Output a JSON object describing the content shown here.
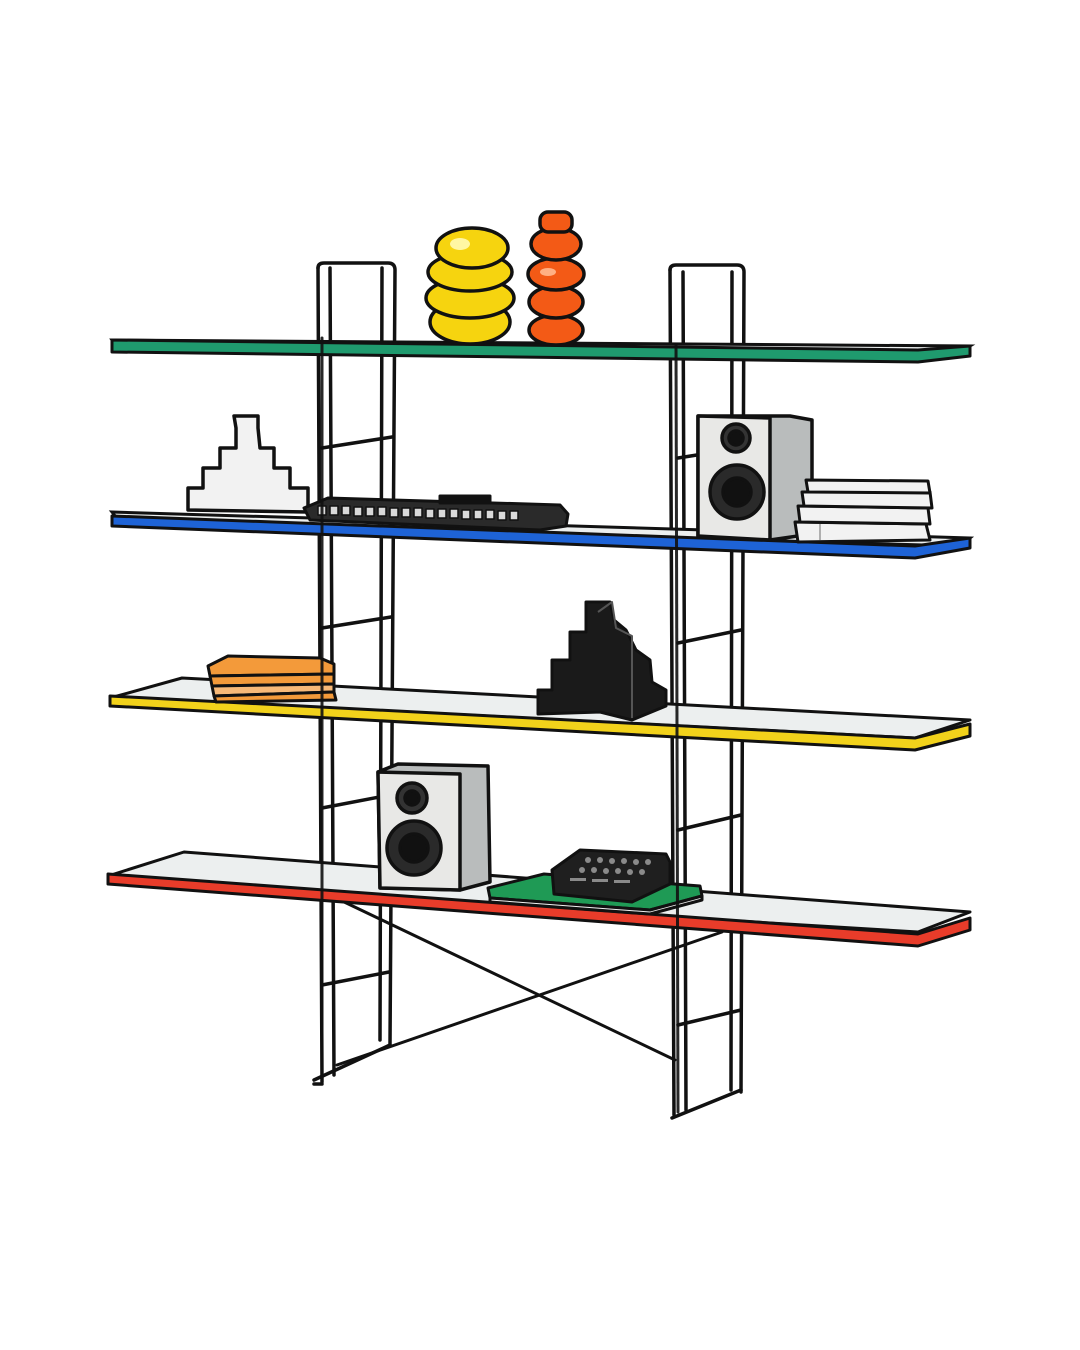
{
  "scene": {
    "background": "#ffffff",
    "outline": "#111111",
    "shelves": [
      {
        "name": "top-shelf",
        "edge_color": "#1f9a6e"
      },
      {
        "name": "second-shelf",
        "edge_color": "#1e63d6"
      },
      {
        "name": "third-shelf",
        "edge_color": "#f2d21b"
      },
      {
        "name": "bottom-shelf",
        "edge_color": "#e83c2a"
      }
    ],
    "palette": {
      "shelf_top": "#ecefef",
      "yellow_vase": "#f6d40f",
      "orange_vase": "#f35a16",
      "speaker_body": "#e8e8e6",
      "speaker_side": "#b9bcbc",
      "white_object": "#f2f2f2",
      "black_object": "#1a1a1a",
      "orange_books": "#f39a3a",
      "green_mat": "#1f9a55"
    },
    "icons": [
      "frame-ladder-icon",
      "speaker-icon",
      "keyboard-icon",
      "mixer-icon",
      "vase-icon",
      "stepped-sculpture-icon",
      "book-stack-icon"
    ]
  }
}
